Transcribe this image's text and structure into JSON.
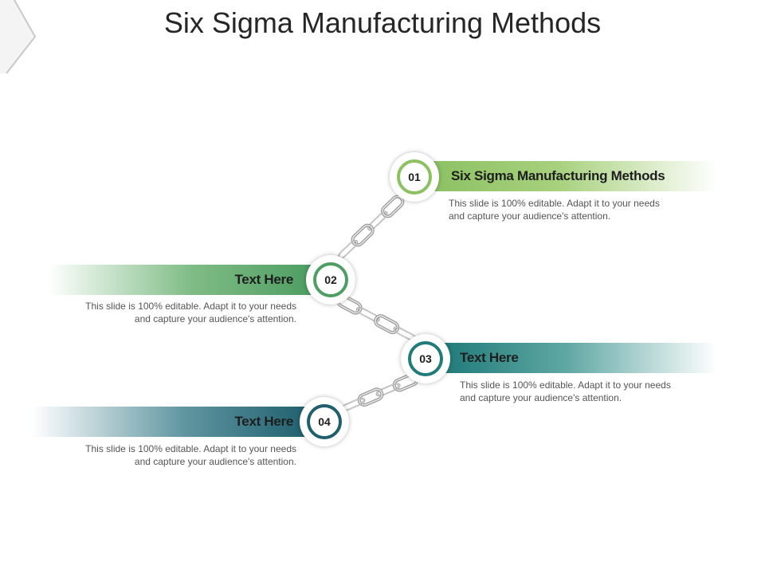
{
  "slide": {
    "title": "Six Sigma Manufacturing Methods"
  },
  "steps": [
    {
      "number": "01",
      "heading": "Six Sigma Manufacturing Methods",
      "description": "This slide is 100% editable. Adapt it to your needs and capture your audience's attention.",
      "color": "#8cc163"
    },
    {
      "number": "02",
      "heading": "Text Here",
      "description": "This slide is 100% editable. Adapt it to your needs and capture your audience's attention.",
      "color": "#4f9e63"
    },
    {
      "number": "03",
      "heading": "Text Here",
      "description": "This slide is 100% editable. Adapt it to your needs and capture your audience's attention.",
      "color": "#207b79"
    },
    {
      "number": "04",
      "heading": "Text Here",
      "description": "This slide is 100% editable. Adapt it to your needs and capture your audience's attention.",
      "color": "#1f5f6e"
    }
  ]
}
